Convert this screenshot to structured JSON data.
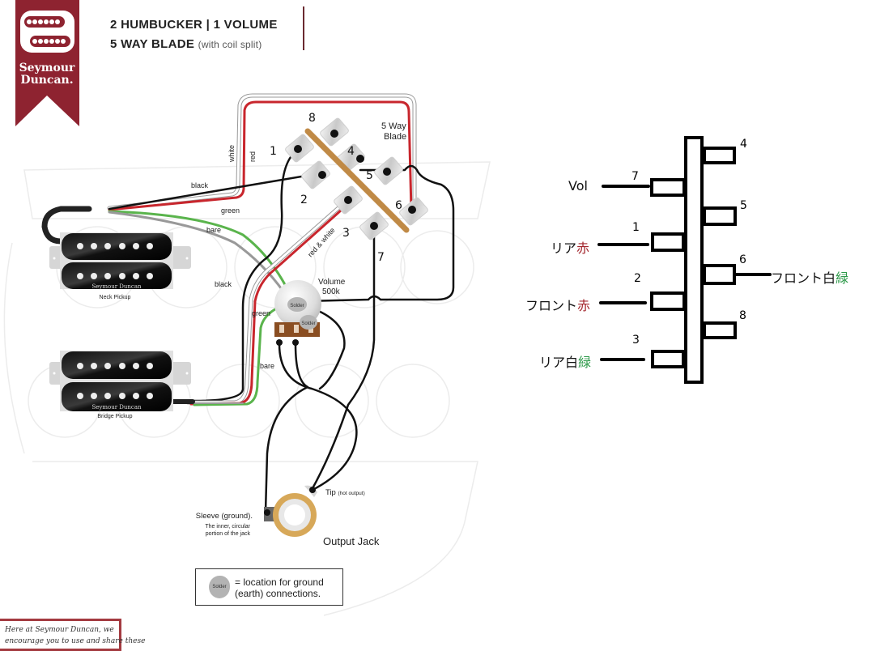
{
  "brand": {
    "name_line1": "Seymour",
    "name_line2": "Duncan.",
    "color": "#8e2330"
  },
  "header": {
    "title_line1": "2 HUMBUCKER | 1 VOLUME",
    "title_line2": "5 WAY BLADE",
    "title_line2_sub": "(with coil split)"
  },
  "switch": {
    "label_line1": "5 Way",
    "label_line2": "Blade",
    "terminal_numbers": [
      "1",
      "2",
      "3",
      "4",
      "5",
      "6",
      "7",
      "8"
    ]
  },
  "wires": {
    "white": "white",
    "red": "red",
    "black": "black",
    "green": "green",
    "bare": "bare",
    "red_white": "red & white",
    "black2": "black",
    "green2": "green",
    "bare2": "bare"
  },
  "pickups": {
    "neck_brand": "Seymour Duncan",
    "neck_label": "Neck Pickup",
    "bridge_brand": "Seymour Duncan",
    "bridge_label": "Bridge Pickup"
  },
  "volume": {
    "label_line1": "Volume",
    "label_line2": "500k",
    "solder1": "Solder",
    "solder2": "Solder"
  },
  "jack": {
    "tip_label": "Tip",
    "tip_sub": "(hot output)",
    "sleeve_line1": "Sleeve (ground).",
    "sleeve_line2": "The inner, circular",
    "sleeve_line3": "portion of the jack",
    "title": "Output Jack"
  },
  "legend": {
    "solder": "Solder",
    "text_line1": "= location for ground",
    "text_line2": "(earth) connections."
  },
  "note": {
    "line1": "Here at Seymour Duncan, we",
    "line2": "encourage you to use and share these"
  },
  "schematic": {
    "left_terminals": [
      {
        "num": "7",
        "label": "Vol",
        "label_colored": ""
      },
      {
        "num": "1",
        "label": "リア",
        "label_colored": "赤",
        "color": "#a3262d"
      },
      {
        "num": "2",
        "label": "フロント",
        "label_colored": "赤",
        "color": "#a3262d"
      },
      {
        "num": "3",
        "label": "リア白",
        "label_colored": "緑",
        "color": "#2e9a4a"
      }
    ],
    "right_terminals": [
      {
        "num": "4",
        "label": "",
        "label_colored": ""
      },
      {
        "num": "5",
        "label": "",
        "label_colored": ""
      },
      {
        "num": "6",
        "label": "フロント白",
        "label_colored": "緑",
        "color": "#2e9a4a"
      },
      {
        "num": "8",
        "label": "",
        "label_colored": ""
      }
    ]
  }
}
